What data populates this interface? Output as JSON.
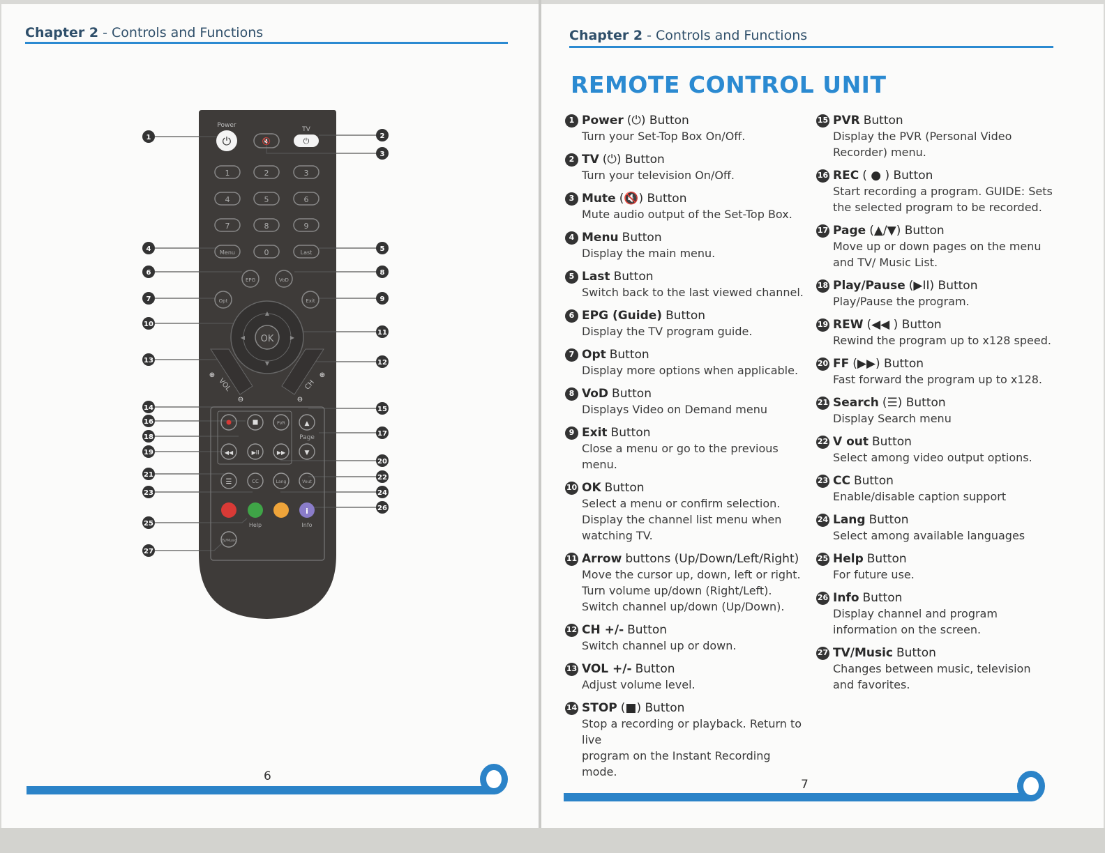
{
  "left_page": {
    "chapter_prefix": "Chapter 2",
    "chapter_title": "- Controls and Functions",
    "page_number": "6"
  },
  "right_page": {
    "chapter_prefix": "Chapter 2",
    "chapter_title": "- Controls and Functions",
    "page_number": "7",
    "section_title": "REMOTE CONTROL UNIT"
  },
  "remote": {
    "power_label": "Power",
    "tv_label": "TV",
    "digits": [
      "1",
      "2",
      "3",
      "4",
      "5",
      "6",
      "7",
      "8",
      "9"
    ],
    "menu_label": "Menu",
    "zero_label": "0",
    "last_label": "Last",
    "epg_label": "EPG",
    "vod_label": "VoD",
    "opt_label": "Opt",
    "exit_label": "Exit",
    "ok_label": "OK",
    "vol_label": "VOL",
    "ch_label": "CH",
    "pvr_label": "PVR",
    "page_label": "Page",
    "cc_label": "CC",
    "lang_label": "Lang",
    "vout_label": "Vout",
    "help_label": "Help",
    "info_label": "Info",
    "tvmusic_label": "TV/Music",
    "callouts_left": [
      "1",
      "4",
      "6",
      "7",
      "10",
      "13",
      "14",
      "16",
      "18",
      "19",
      "21",
      "23",
      "25",
      "27"
    ],
    "callouts_right": [
      "2",
      "3",
      "5",
      "8",
      "9",
      "11",
      "12",
      "15",
      "17",
      "20",
      "22",
      "24",
      "26"
    ],
    "colors": {
      "red": "#d93a36",
      "green": "#3fa447",
      "yellow": "#eea43a",
      "purple": "#8a7cc9"
    }
  },
  "items_col1": [
    {
      "num": "1",
      "name": "Power",
      "rest": "(⏻) Button",
      "desc": [
        "Turn your Set-Top Box On/Off."
      ]
    },
    {
      "num": "2",
      "name": "TV",
      "rest": "(⏻) Button",
      "desc": [
        "Turn your television On/Off."
      ]
    },
    {
      "num": "3",
      "name": "Mute",
      "rest": "(🔇) Button",
      "desc": [
        "Mute audio output of the Set-Top Box."
      ]
    },
    {
      "num": "4",
      "name": "Menu",
      "rest": "Button",
      "desc": [
        "Display the main menu."
      ]
    },
    {
      "num": "5",
      "name": "Last",
      "rest": "Button",
      "desc": [
        "Switch back to the last viewed channel."
      ]
    },
    {
      "num": "6",
      "name": "EPG (Guide)",
      "rest": "Button",
      "desc": [
        "Display the TV program guide."
      ]
    },
    {
      "num": "7",
      "name": "Opt",
      "rest": "Button",
      "desc": [
        "Display more options when applicable."
      ]
    },
    {
      "num": "8",
      "name": "VoD",
      "rest": "Button",
      "desc": [
        "Displays Video on Demand menu"
      ]
    },
    {
      "num": "9",
      "name": "Exit",
      "rest": "Button",
      "desc": [
        "Close a menu or go to the previous menu."
      ]
    },
    {
      "num": "10",
      "name": "OK",
      "rest": "Button",
      "desc": [
        "Select a menu or confirm selection.",
        "Display the channel list menu when",
        "watching TV."
      ]
    },
    {
      "num": "11",
      "name": "Arrow",
      "rest": "buttons (Up/Down/Left/Right)",
      "desc": [
        "Move the cursor up, down, left or right.",
        "Turn volume up/down (Right/Left).",
        "Switch channel up/down (Up/Down)."
      ]
    },
    {
      "num": "12",
      "name": "CH +/-",
      "rest": "Button",
      "desc": [
        "Switch channel up or down."
      ]
    },
    {
      "num": "13",
      "name": "VOL +/-",
      "rest": "Button",
      "desc": [
        "Adjust volume level."
      ]
    },
    {
      "num": "14",
      "name": "STOP",
      "rest": "(■) Button",
      "desc": [
        "Stop a recording or playback. Return to live",
        "program on the Instant Recording mode."
      ]
    }
  ],
  "items_col2": [
    {
      "num": "15",
      "name": "PVR",
      "rest": "Button",
      "desc": [
        "Display the PVR (Personal Video",
        "Recorder) menu."
      ]
    },
    {
      "num": "16",
      "name": "REC",
      "rest": "( ● ) Button",
      "desc": [
        "Start recording a program. GUIDE: Sets",
        "the selected program to be recorded."
      ]
    },
    {
      "num": "17",
      "name": "Page",
      "rest": "(▲/▼) Button",
      "desc": [
        "Move up or down pages on the menu",
        "and TV/ Music List."
      ]
    },
    {
      "num": "18",
      "name": "Play/Pause",
      "rest": "(▶II) Button",
      "desc": [
        "Play/Pause the program."
      ]
    },
    {
      "num": "19",
      "name": "REW",
      "rest": "(◀◀ ) Button",
      "desc": [
        "Rewind the program up to x128 speed."
      ]
    },
    {
      "num": "20",
      "name": "FF",
      "rest": "(▶▶) Button",
      "desc": [
        "Fast forward the program up to x128."
      ]
    },
    {
      "num": "21",
      "name": "Search",
      "rest": "(☰) Button",
      "desc": [
        "Display Search menu"
      ]
    },
    {
      "num": "22",
      "name": "V out",
      "rest": "Button",
      "desc": [
        "Select among video output options."
      ]
    },
    {
      "num": "23",
      "name": "CC",
      "rest": "Button",
      "desc": [
        "Enable/disable caption support"
      ]
    },
    {
      "num": "24",
      "name": "Lang",
      "rest": "Button",
      "desc": [
        "Select among available languages"
      ]
    },
    {
      "num": "25",
      "name": "Help",
      "rest": "Button",
      "desc": [
        "For future use."
      ]
    },
    {
      "num": "26",
      "name": "Info",
      "rest": "Button",
      "desc": [
        "Display channel and program",
        "information on the screen."
      ]
    },
    {
      "num": "27",
      "name": "TV/Music",
      "rest": "Button",
      "desc": [
        "Changes between music, television",
        "and favorites."
      ]
    }
  ]
}
